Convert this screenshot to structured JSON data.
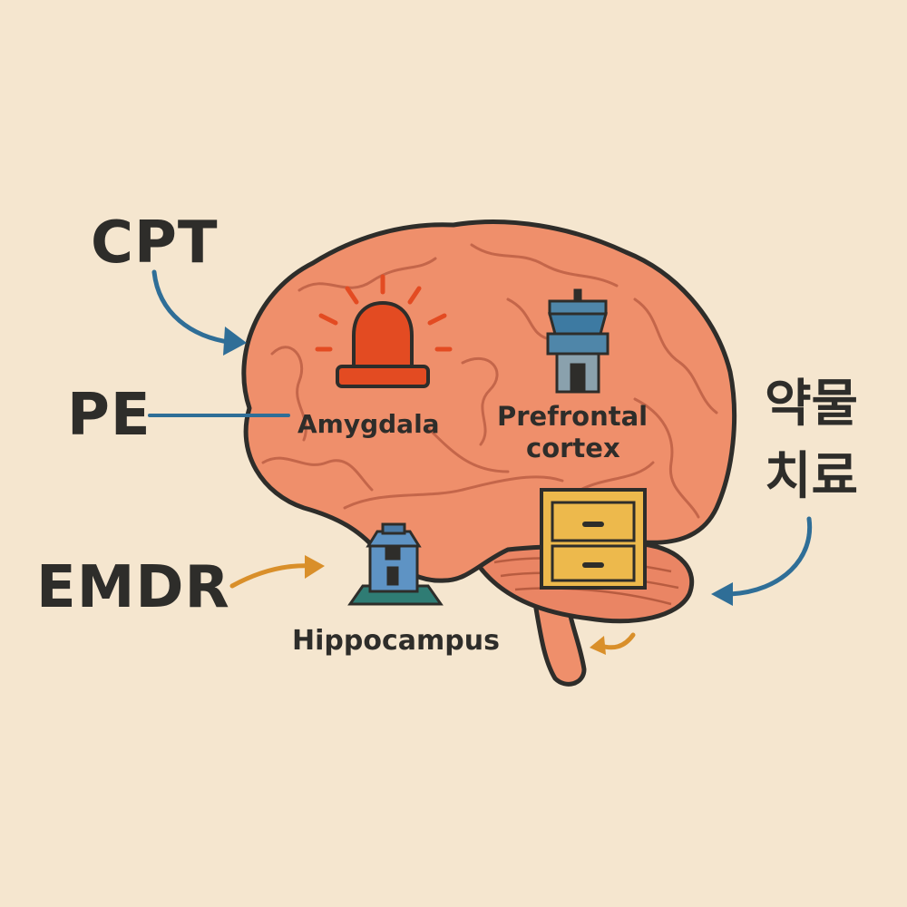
{
  "therapies": {
    "cpt": "CPT",
    "pe": "PE",
    "emdr": "EMDR",
    "medication_line1": "약물",
    "medication_line2": "치료"
  },
  "regions": {
    "amygdala": "Amygdala",
    "prefrontal_line1": "Prefrontal",
    "prefrontal_line2": "cortex",
    "hippocampus": "Hippocampus"
  },
  "colors": {
    "background": "#f5e6cf",
    "brain": "#ef8f6b",
    "outline": "#2e2d2a",
    "blue_arrow": "#2f6e97",
    "orange_arrow": "#d98f2a",
    "alarm": "#e34b22",
    "tower": "#4f86a9",
    "cabinet": "#edb94c"
  },
  "icons": {
    "amygdala": "alarm-siren-icon",
    "prefrontal": "control-tower-icon",
    "hippocampus": "house-icon",
    "memory": "filing-cabinet-icon"
  }
}
